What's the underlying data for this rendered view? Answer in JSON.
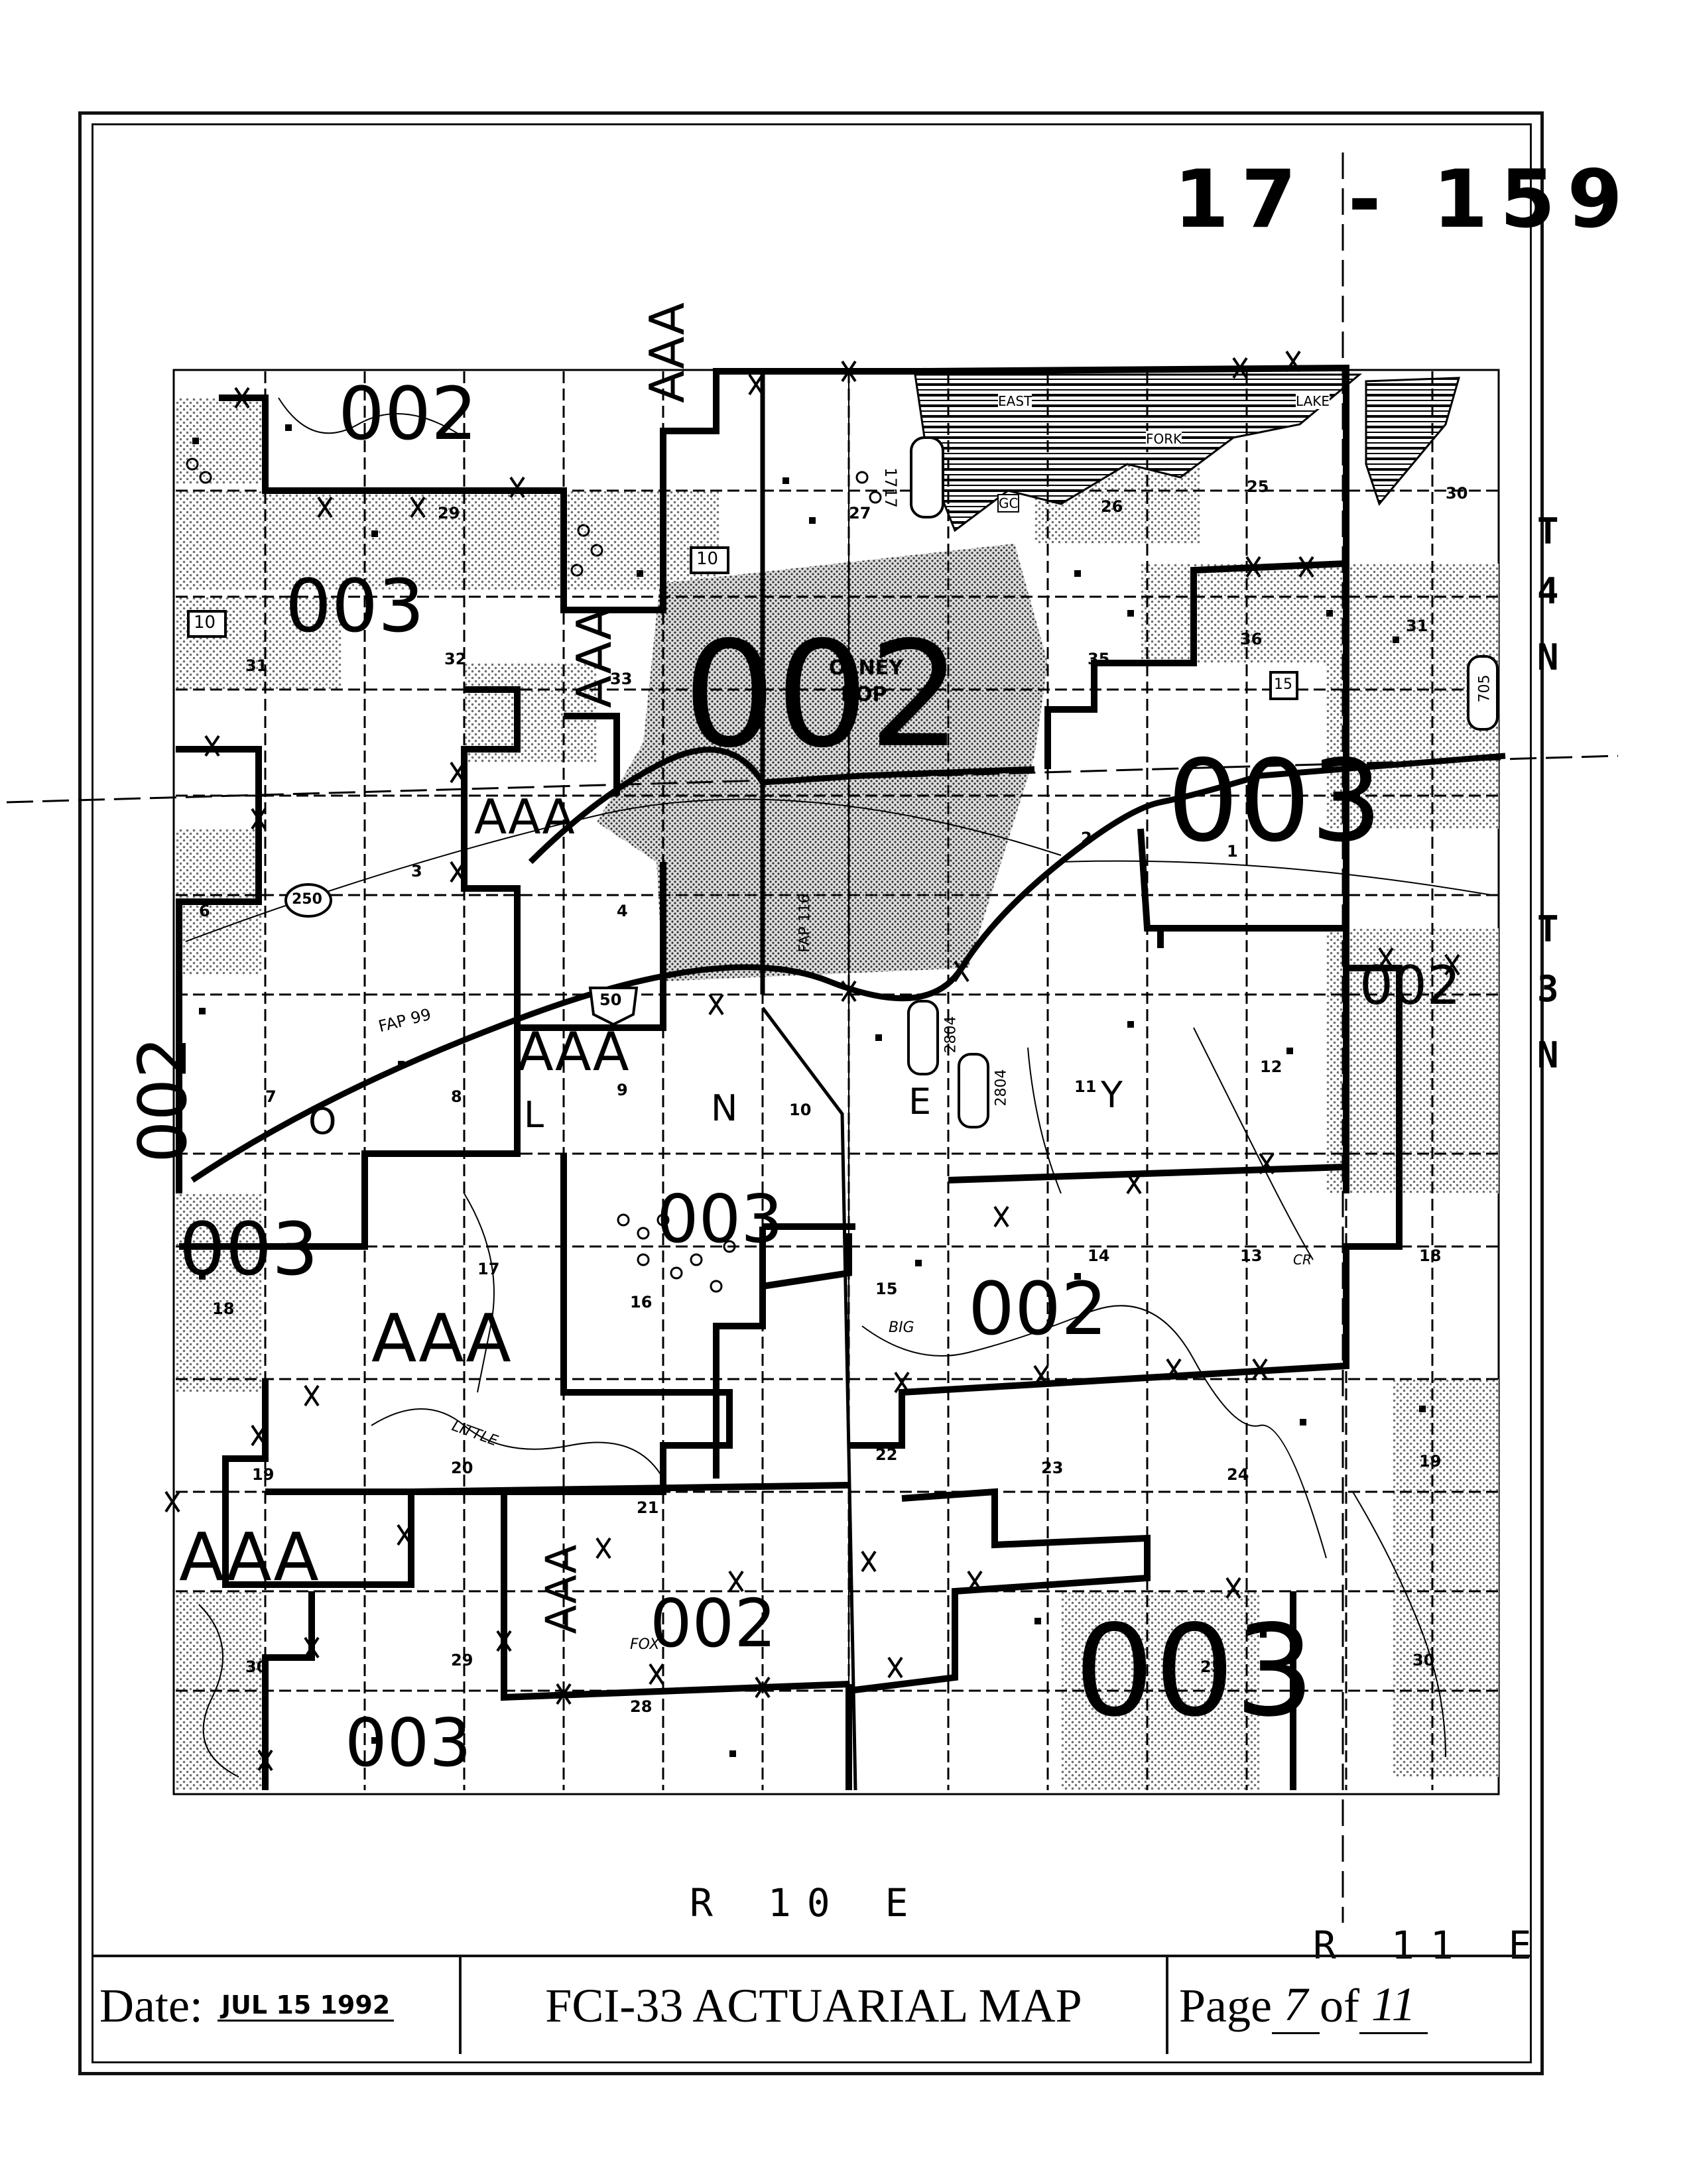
{
  "map_code": "17 - 159",
  "ranges": {
    "left": "R 10 E",
    "right": "R 11 E"
  },
  "townships": {
    "top_letters": [
      "T",
      "4",
      "N"
    ],
    "bottom_letters": [
      "T",
      "3",
      "N"
    ]
  },
  "zones": [
    {
      "id": "z1",
      "label": "002"
    },
    {
      "id": "z2",
      "label": "AAA"
    },
    {
      "id": "z3",
      "label": "003"
    },
    {
      "id": "z4",
      "label": "002"
    },
    {
      "id": "z5",
      "label": "AAA"
    },
    {
      "id": "z6",
      "label": "AAA"
    },
    {
      "id": "z7",
      "label": "003"
    },
    {
      "id": "z8",
      "label": "002"
    },
    {
      "id": "z9",
      "label": "AAA"
    },
    {
      "id": "z10",
      "label": "002"
    },
    {
      "id": "z11",
      "label": "003"
    },
    {
      "id": "z12",
      "label": "003"
    },
    {
      "id": "z13",
      "label": "AAA"
    },
    {
      "id": "z14",
      "label": "002"
    },
    {
      "id": "z15",
      "label": "AAA"
    },
    {
      "id": "z16",
      "label": "AAA"
    },
    {
      "id": "z17",
      "label": "002"
    },
    {
      "id": "z18",
      "label": "003"
    },
    {
      "id": "z19",
      "label": "003"
    }
  ],
  "town_letters": [
    "O",
    "L",
    "N",
    "E",
    "Y"
  ],
  "map_labels": {
    "town": "OLNEY",
    "town_pop": "POP",
    "lake_east": "EAST",
    "lake_fork": "FORK",
    "lake_lake": "LAKE",
    "route_10a": "10",
    "route_10b": "10",
    "route_250": "250",
    "route_50": "50",
    "route_1717": "1717",
    "route_2804a": "2804",
    "route_2804b": "2804",
    "route_705": "705",
    "route_15": "15",
    "fap99": "FAP 99",
    "fap116": "FAP 116",
    "little": "LITTLE",
    "big": "BIG",
    "fox": "FOX",
    "gc": "GC",
    "creek": "CR"
  },
  "sections": [
    "29",
    "31",
    "32",
    "33",
    "27",
    "26",
    "25",
    "30",
    "36",
    "35",
    "31",
    "3",
    "2",
    "1",
    "6",
    "4",
    "7",
    "8",
    "9",
    "10",
    "11",
    "12",
    "18",
    "17",
    "16",
    "15",
    "14",
    "13",
    "18",
    "19",
    "20",
    "21",
    "22",
    "23",
    "24",
    "19",
    "30",
    "29",
    "28",
    "25",
    "30"
  ],
  "footer": {
    "date_label": "Date:",
    "date_value": "JUL 15 1992",
    "title": "FCI-33 ACTUARIAL MAP",
    "page_label": "Page",
    "page_number": "7",
    "page_of": "of",
    "page_total": "11"
  }
}
